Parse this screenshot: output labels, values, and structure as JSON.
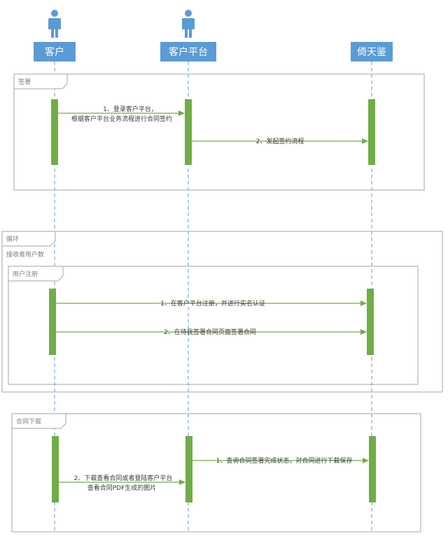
{
  "participants": [
    {
      "id": "customer",
      "label": "客户",
      "icon": "person-icon"
    },
    {
      "id": "platform",
      "label": "客户平台",
      "icon": "person-icon"
    },
    {
      "id": "yitianjian",
      "label": "倚天鉴"
    }
  ],
  "fragments": [
    {
      "id": "sign",
      "label": "签署"
    },
    {
      "id": "loop",
      "label": "循环",
      "condition": "接收者用户数"
    },
    {
      "id": "register",
      "label": "用户注册"
    },
    {
      "id": "download",
      "label": "合同下载"
    }
  ],
  "messages": [
    {
      "id": "m1",
      "lines": [
        "1、登录客户平台，",
        "根据客户平台业务流程进行合同签约"
      ]
    },
    {
      "id": "m2",
      "lines": [
        "2、发起签约流程"
      ]
    },
    {
      "id": "m3",
      "lines": [
        "1、在客户平台注册，并进行实名认证"
      ]
    },
    {
      "id": "m4",
      "lines": [
        "2、在待我签署合同页面签署合同"
      ]
    },
    {
      "id": "m5",
      "lines": [
        "1、查询合同签署完成状态，对合同进行下载保存"
      ]
    },
    {
      "id": "m6",
      "lines": [
        "2、下载查看合同或者登陆客户平台",
        "查看合同PDF生成的图片"
      ]
    }
  ],
  "colors": {
    "lifeline": "#5b9bd5",
    "activation": "#70ad47",
    "frame": "#a6a6a6"
  }
}
